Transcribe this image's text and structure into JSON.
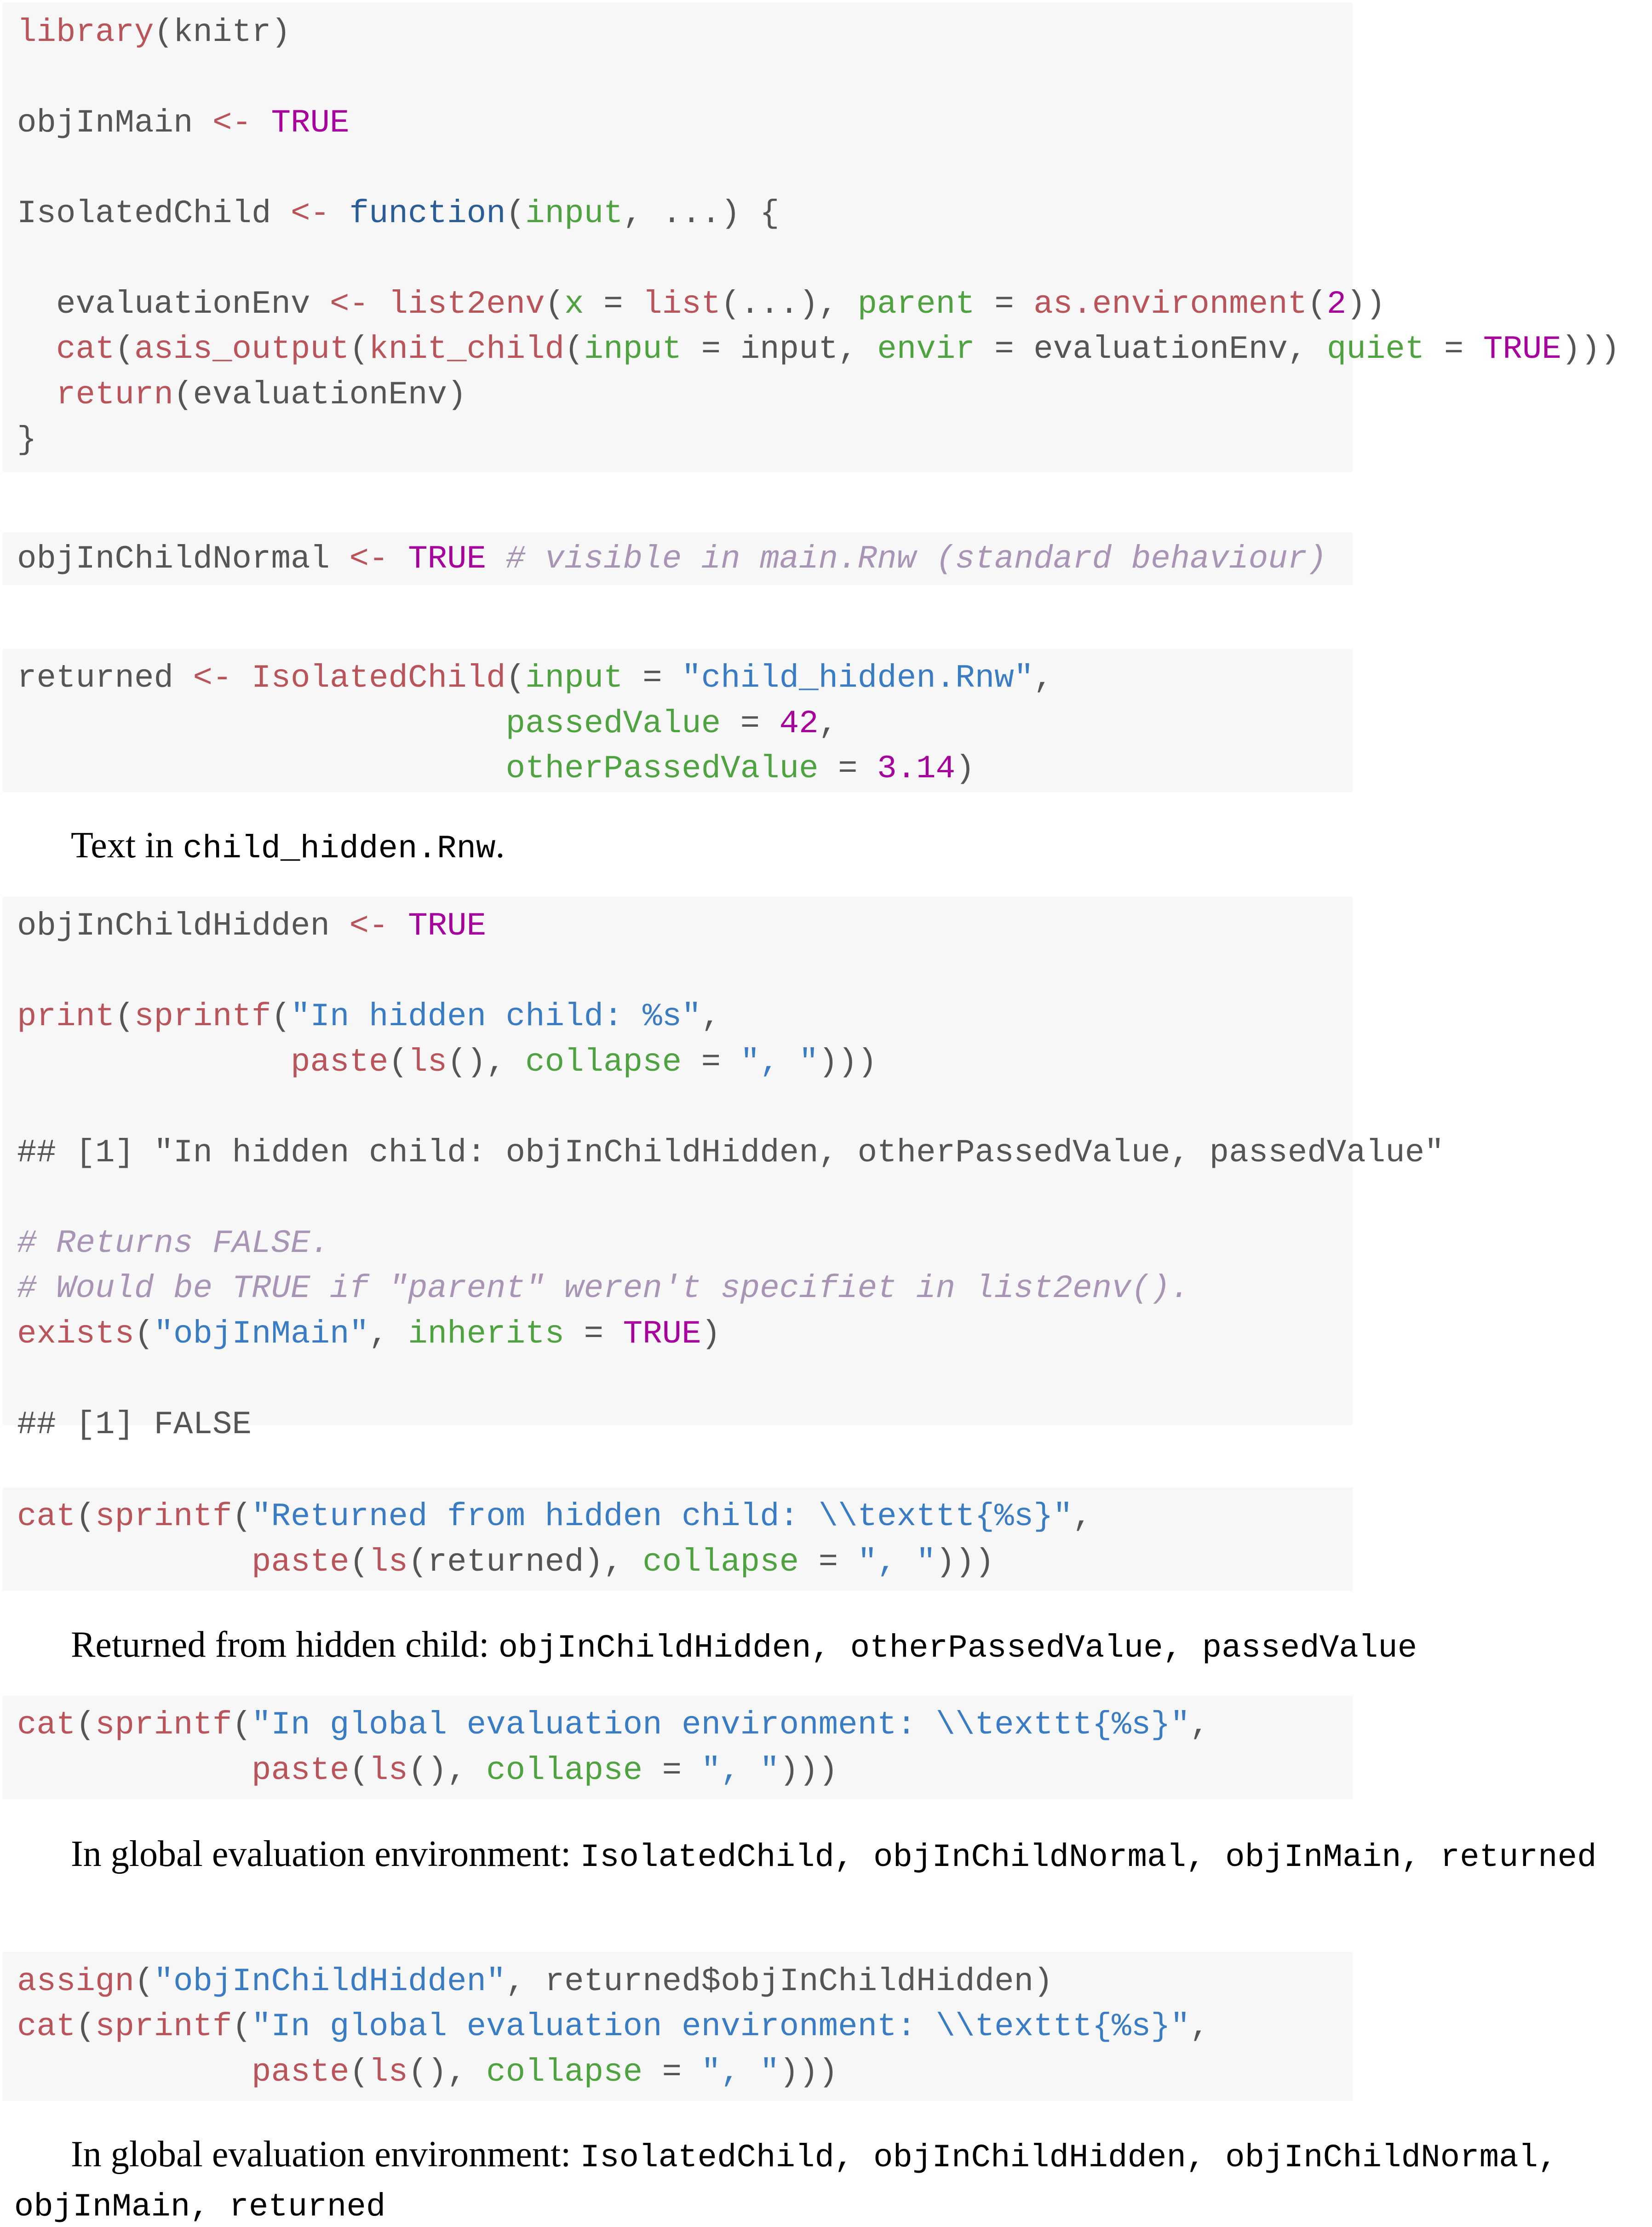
{
  "colors": {
    "function": "#b8545a",
    "keyword": "#2a5d96",
    "argument": "#4ea23f",
    "string": "#3a7cc4",
    "constant": "#a7009c",
    "comment": "#a894b5",
    "plain": "#555555",
    "background": "#f7f7f7"
  },
  "blocks": [
    {
      "lines": [
        [
          [
            "f",
            "library"
          ],
          [
            "p",
            "(knitr)"
          ]
        ],
        [],
        [
          [
            "p",
            "objInMain "
          ],
          [
            "o",
            "<-"
          ],
          [
            "p",
            " "
          ],
          [
            "n",
            "TRUE"
          ]
        ],
        [],
        [
          [
            "p",
            "IsolatedChild "
          ],
          [
            "o",
            "<-"
          ],
          [
            "p",
            " "
          ],
          [
            "k",
            "function"
          ],
          [
            "p",
            "("
          ],
          [
            "a",
            "input"
          ],
          [
            "p",
            ", ...) {"
          ]
        ],
        [],
        [
          [
            "p",
            "  evaluationEnv "
          ],
          [
            "o",
            "<-"
          ],
          [
            "p",
            " "
          ],
          [
            "f",
            "list2env"
          ],
          [
            "p",
            "("
          ],
          [
            "a",
            "x"
          ],
          [
            "p",
            " = "
          ],
          [
            "f",
            "list"
          ],
          [
            "p",
            "(...), "
          ],
          [
            "a",
            "parent"
          ],
          [
            "p",
            " = "
          ],
          [
            "f",
            "as.environment"
          ],
          [
            "p",
            "("
          ],
          [
            "n",
            "2"
          ],
          [
            "p",
            "))"
          ]
        ],
        [
          [
            "p",
            "  "
          ],
          [
            "f",
            "cat"
          ],
          [
            "p",
            "("
          ],
          [
            "f",
            "asis_output"
          ],
          [
            "p",
            "("
          ],
          [
            "f",
            "knit_child"
          ],
          [
            "p",
            "("
          ],
          [
            "a",
            "input"
          ],
          [
            "p",
            " = input, "
          ],
          [
            "a",
            "envir"
          ],
          [
            "p",
            " = evaluationEnv, "
          ],
          [
            "a",
            "quiet"
          ],
          [
            "p",
            " = "
          ],
          [
            "n",
            "TRUE"
          ],
          [
            "p",
            ")))"
          ]
        ],
        [
          [
            "p",
            "  "
          ],
          [
            "f",
            "return"
          ],
          [
            "p",
            "(evaluationEnv)"
          ]
        ],
        [
          [
            "p",
            "}"
          ]
        ]
      ]
    },
    {
      "lines": [
        [
          [
            "p",
            "objInChildNormal "
          ],
          [
            "o",
            "<-"
          ],
          [
            "p",
            " "
          ],
          [
            "n",
            "TRUE"
          ],
          [
            "p",
            " "
          ],
          [
            "c",
            "# visible in main.Rnw (standard behaviour)"
          ]
        ]
      ]
    },
    {
      "lines": [
        [
          [
            "p",
            "returned "
          ],
          [
            "o",
            "<-"
          ],
          [
            "p",
            " "
          ],
          [
            "f",
            "IsolatedChild"
          ],
          [
            "p",
            "("
          ],
          [
            "a",
            "input"
          ],
          [
            "p",
            " = "
          ],
          [
            "s",
            "\"child_hidden.Rnw\""
          ],
          [
            "p",
            ","
          ]
        ],
        [
          [
            "p",
            "                         "
          ],
          [
            "a",
            "passedValue"
          ],
          [
            "p",
            " = "
          ],
          [
            "n",
            "42"
          ],
          [
            "p",
            ","
          ]
        ],
        [
          [
            "p",
            "                         "
          ],
          [
            "a",
            "otherPassedValue"
          ],
          [
            "p",
            " = "
          ],
          [
            "n",
            "3.14"
          ],
          [
            "p",
            ")"
          ]
        ]
      ]
    },
    {
      "lines": [
        [
          [
            "p",
            "objInChildHidden "
          ],
          [
            "o",
            "<-"
          ],
          [
            "p",
            " "
          ],
          [
            "n",
            "TRUE"
          ]
        ],
        [],
        [
          [
            "f",
            "print"
          ],
          [
            "p",
            "("
          ],
          [
            "f",
            "sprintf"
          ],
          [
            "p",
            "("
          ],
          [
            "s",
            "\"In hidden child: %s\""
          ],
          [
            "p",
            ","
          ]
        ],
        [
          [
            "p",
            "              "
          ],
          [
            "f",
            "paste"
          ],
          [
            "p",
            "("
          ],
          [
            "f",
            "ls"
          ],
          [
            "p",
            "(), "
          ],
          [
            "a",
            "collapse"
          ],
          [
            "p",
            " = "
          ],
          [
            "s",
            "\", \""
          ],
          [
            "p",
            ")))"
          ]
        ],
        [],
        [
          [
            "p",
            "## [1] \"In hidden child: objInChildHidden, otherPassedValue, passedValue\""
          ]
        ],
        [],
        [
          [
            "c",
            "# Returns FALSE."
          ]
        ],
        [
          [
            "c",
            "# Would be TRUE if \"parent\" weren't specifiet in list2env()."
          ]
        ],
        [
          [
            "f",
            "exists"
          ],
          [
            "p",
            "("
          ],
          [
            "s",
            "\"objInMain\""
          ],
          [
            "p",
            ", "
          ],
          [
            "a",
            "inherits"
          ],
          [
            "p",
            " = "
          ],
          [
            "n",
            "TRUE"
          ],
          [
            "p",
            ")"
          ]
        ],
        [],
        [
          [
            "p",
            "## [1] FALSE"
          ]
        ]
      ]
    },
    {
      "lines": [
        [
          [
            "f",
            "cat"
          ],
          [
            "p",
            "("
          ],
          [
            "f",
            "sprintf"
          ],
          [
            "p",
            "("
          ],
          [
            "s",
            "\"Returned from hidden child: \\\\texttt{%s}\""
          ],
          [
            "p",
            ","
          ]
        ],
        [
          [
            "p",
            "            "
          ],
          [
            "f",
            "paste"
          ],
          [
            "p",
            "("
          ],
          [
            "f",
            "ls"
          ],
          [
            "p",
            "(returned), "
          ],
          [
            "a",
            "collapse"
          ],
          [
            "p",
            " = "
          ],
          [
            "s",
            "\", \""
          ],
          [
            "p",
            ")))"
          ]
        ]
      ]
    },
    {
      "lines": [
        [
          [
            "f",
            "cat"
          ],
          [
            "p",
            "("
          ],
          [
            "f",
            "sprintf"
          ],
          [
            "p",
            "("
          ],
          [
            "s",
            "\"In global evaluation environment: \\\\texttt{%s}\""
          ],
          [
            "p",
            ","
          ]
        ],
        [
          [
            "p",
            "            "
          ],
          [
            "f",
            "paste"
          ],
          [
            "p",
            "("
          ],
          [
            "f",
            "ls"
          ],
          [
            "p",
            "(), "
          ],
          [
            "a",
            "collapse"
          ],
          [
            "p",
            " = "
          ],
          [
            "s",
            "\", \""
          ],
          [
            "p",
            ")))"
          ]
        ]
      ]
    },
    {
      "lines": [
        [
          [
            "f",
            "assign"
          ],
          [
            "p",
            "("
          ],
          [
            "s",
            "\"objInChildHidden\""
          ],
          [
            "p",
            ", returned$objInChildHidden)"
          ]
        ],
        [
          [
            "f",
            "cat"
          ],
          [
            "p",
            "("
          ],
          [
            "f",
            "sprintf"
          ],
          [
            "p",
            "("
          ],
          [
            "s",
            "\"In global evaluation environment: \\\\texttt{%s}\""
          ],
          [
            "p",
            ","
          ]
        ],
        [
          [
            "p",
            "            "
          ],
          [
            "f",
            "paste"
          ],
          [
            "p",
            "("
          ],
          [
            "f",
            "ls"
          ],
          [
            "p",
            "(), "
          ],
          [
            "a",
            "collapse"
          ],
          [
            "p",
            " = "
          ],
          [
            "s",
            "\", \""
          ],
          [
            "p",
            ")))"
          ]
        ]
      ]
    }
  ],
  "paragraphs": [
    {
      "text": "Text in ",
      "mono": "child_hidden.Rnw",
      "after": "."
    },
    {
      "text": "Returned from hidden child: ",
      "mono": "objInChildHidden, otherPassedValue, passedValue",
      "after": ""
    },
    {
      "text": "In global evaluation environment: ",
      "mono": "IsolatedChild, objInChildNormal, objInMain, returned",
      "after": ""
    },
    {
      "text": "In global evaluation environment: ",
      "mono": "IsolatedChild, objInChildHidden, objInChildNormal, objInMain, returned",
      "after": ""
    }
  ]
}
